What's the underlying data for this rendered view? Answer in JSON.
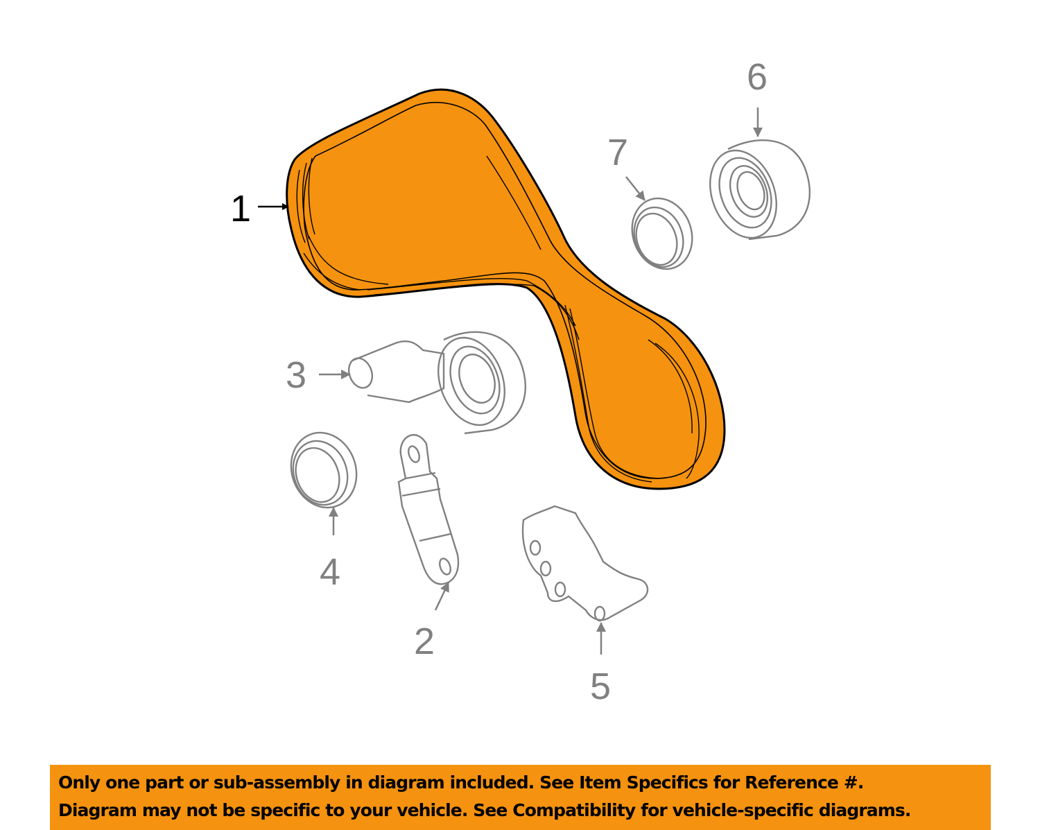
{
  "diagram": {
    "type": "exploded-parts-diagram",
    "highlight_color": "#f5920f",
    "line_color_highlight": "#000000",
    "line_color_other": "#808080",
    "highlighted_part": "1",
    "callouts": [
      {
        "id": "1",
        "label": "1",
        "part": "serpentine-belt",
        "highlighted": true
      },
      {
        "id": "2",
        "label": "2",
        "part": "belt-tensioner-damper"
      },
      {
        "id": "3",
        "label": "3",
        "part": "tensioner-pulley-arm"
      },
      {
        "id": "4",
        "label": "4",
        "part": "pulley-cover"
      },
      {
        "id": "5",
        "label": "5",
        "part": "tensioner-bracket"
      },
      {
        "id": "6",
        "label": "6",
        "part": "idler-pulley"
      },
      {
        "id": "7",
        "label": "7",
        "part": "pulley-cover-small"
      }
    ]
  },
  "banner": {
    "background": "#f5920f",
    "line1": "Only one part or sub-assembly in diagram included. See Item Specifics for Reference #.",
    "line2": "Diagram may not be specific to your vehicle. See Compatibility for vehicle-specific diagrams."
  }
}
